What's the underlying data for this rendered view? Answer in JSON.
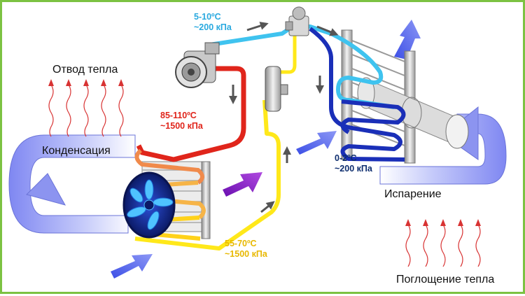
{
  "labels": {
    "heat_removal": "Отвод тепла",
    "condensation": "Конденсация",
    "evaporation": "Испарение",
    "heat_absorption": "Поглощение тепла"
  },
  "readings": {
    "compressor_out": {
      "temp": "5-10ºC",
      "pressure": "~200 кПа",
      "color": "#29a9df"
    },
    "condenser_in": {
      "temp": "85-110ºC",
      "pressure": "~1500 кПа",
      "color": "#e0251b"
    },
    "condenser_out": {
      "temp": "55-70ºC",
      "pressure": "~1500 кПа",
      "color": "#e8b800"
    },
    "evaporator": {
      "temp": "0-2ºC",
      "pressure": "~200 кПа",
      "color": "#0d2d6e"
    }
  },
  "pipe_colors": {
    "hot": "#e0251b",
    "cold_light": "#3fc3ef",
    "cold_dark": "#1a2fb8",
    "liquid": "#ffe81a"
  }
}
